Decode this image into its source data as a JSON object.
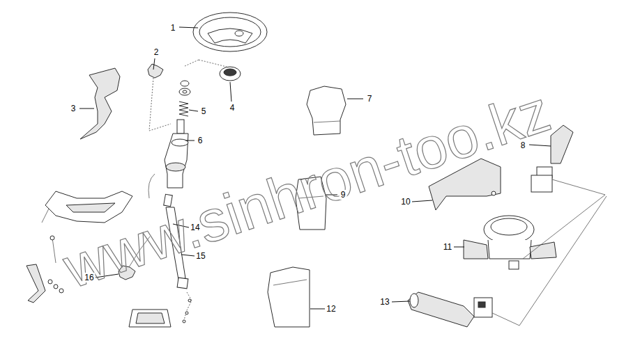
{
  "diagram": {
    "labels": [
      "1",
      "2",
      "3",
      "4",
      "5",
      "6",
      "7",
      "8",
      "9",
      "10",
      "11",
      "12",
      "13",
      "14",
      "15",
      "16",
      "www.sinhron-too.kz"
    ]
  }
}
